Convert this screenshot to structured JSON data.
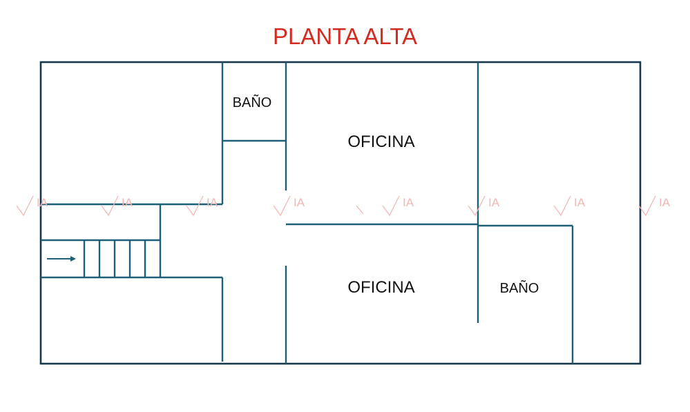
{
  "title": "PLANTA ALTA",
  "colors": {
    "title": "#d42a1f",
    "walls": "#1e5f78",
    "outer": "#17374d",
    "watermark": "#f2b7b3"
  },
  "rooms": {
    "bano_top": "BAÑO",
    "oficina_top": "OFICINA",
    "oficina_bottom": "OFICINA",
    "bano_right": "BAÑO"
  },
  "watermark": {
    "text": "IA",
    "icon": "via-logo-watermark"
  },
  "stairs": {
    "icon": "arrow-right-icon"
  }
}
